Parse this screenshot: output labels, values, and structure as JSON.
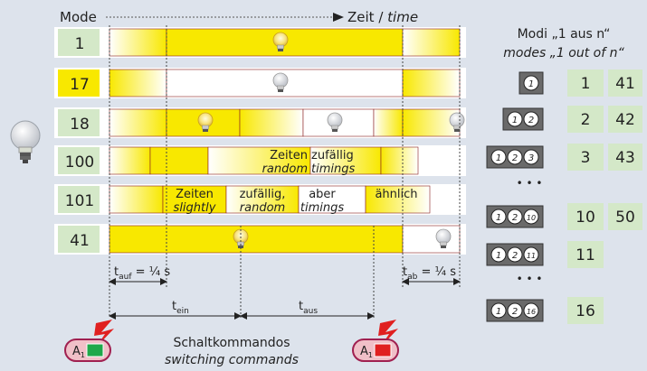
{
  "header": {
    "mode_label": "Mode",
    "time_label": "Zeit / ",
    "time_label_en": "time"
  },
  "modes_panel": {
    "title_de": "Modi „1 aus n“",
    "title_en": "modes „1 out of n“",
    "rows": [
      {
        "buttons": [
          "1"
        ],
        "mode_a": "1",
        "mode_b": "41"
      },
      {
        "buttons": [
          "1",
          "2"
        ],
        "mode_a": "2",
        "mode_b": "42"
      },
      {
        "buttons": [
          "1",
          "2",
          "3"
        ],
        "mode_a": "3",
        "mode_b": "43"
      },
      {
        "buttons": [
          "1",
          "2",
          "10"
        ],
        "mode_a": "10",
        "mode_b": "50"
      },
      {
        "buttons": [
          "1",
          "2",
          "11"
        ],
        "mode_a": "11",
        "mode_b": ""
      },
      {
        "buttons": [
          "1",
          "2",
          "16"
        ],
        "mode_a": "16",
        "mode_b": ""
      }
    ],
    "ellipsis": "• • •"
  },
  "rows": [
    {
      "mode": "1"
    },
    {
      "mode": "17"
    },
    {
      "mode": "18"
    },
    {
      "mode": "100",
      "text_de": "Zeiten",
      "text_de2": "zufällig",
      "text_en": "random",
      "text_en2": "timings"
    },
    {
      "mode": "101",
      "words": [
        "Zeiten",
        "zufällig,",
        "aber",
        "ähnlich"
      ],
      "words_en": [
        "slightly",
        "random",
        "timings"
      ]
    },
    {
      "mode": "41"
    }
  ],
  "timing": {
    "t_auf": "t",
    "t_auf_sub": "auf",
    "t_auf_val": " = ¼ s",
    "t_ab": "t",
    "t_ab_sub": "ab",
    "t_ab_val": " = ¼ s",
    "t_ein": "t",
    "t_ein_sub": "ein",
    "t_aus": "t",
    "t_aus_sub": "aus"
  },
  "commands": {
    "label_de": "Schaltkommandos",
    "label_en": "switching commands",
    "a_label": "A",
    "a_sub": "1"
  },
  "colors": {
    "yellow": "#f8e800",
    "green_cell": "#d4e8c8",
    "background": "#dde3ec",
    "on_lamp": "#f5c518",
    "command_on": "#1fa84a",
    "command_off": "#e02020",
    "command_border": "#a02050"
  }
}
